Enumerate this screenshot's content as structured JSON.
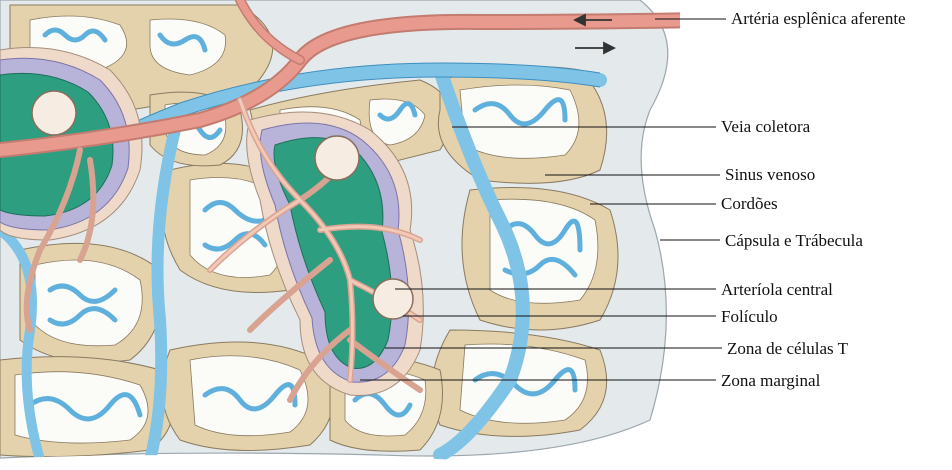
{
  "labels": {
    "arteria_esplenica": "Artéria esplênica  aferente",
    "veia_coletora": "Veia coletora",
    "sinus_venoso": "Sinus venoso",
    "cordoes": "Cordões",
    "capsula": "Cápsula e Trábecula",
    "arteriola_central": "Arteríola central",
    "foliculo": "Folículo",
    "zona_celulas_t": "Zona de células  T",
    "zona_marginal": "Zona marginal"
  },
  "colors": {
    "capsule": "#e4e9ec",
    "tan_tissue": "#e3d2ac",
    "sinus_blue": "#7fc3e6",
    "artery_pink": "#e89a8e",
    "artery_light": "#f2c9b6",
    "follicle_green": "#2e9e80",
    "mantle_lavender": "#b8b3d8",
    "germinal_center": "#f7ece1"
  }
}
